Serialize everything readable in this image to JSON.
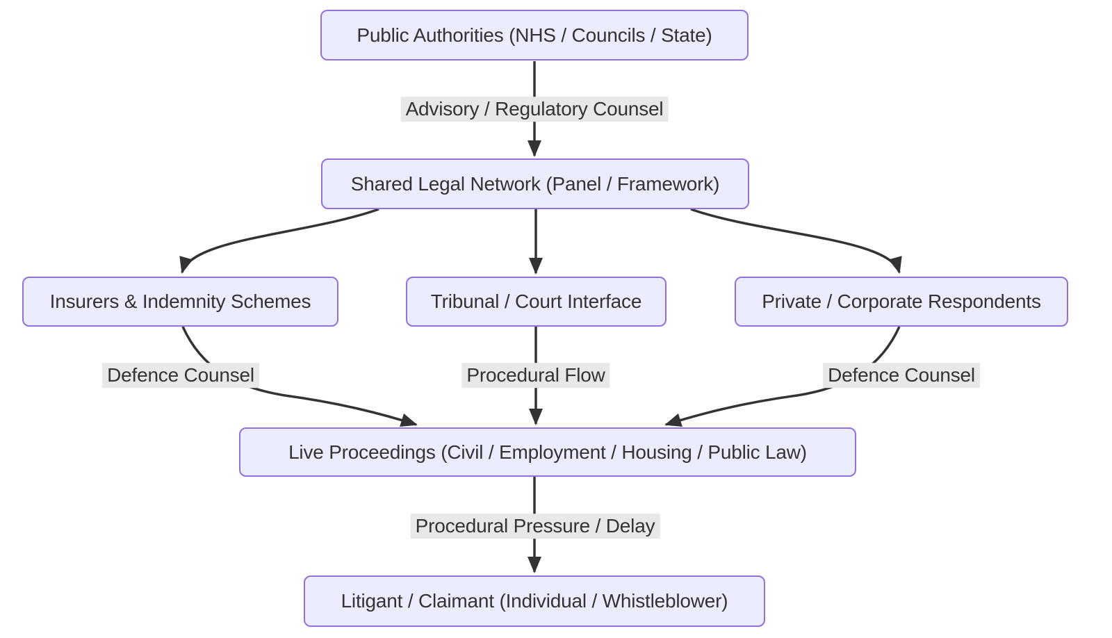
{
  "diagram": {
    "type": "flowchart",
    "direction": "top-to-bottom",
    "nodes": [
      {
        "id": "public-authorities",
        "label": "Public Authorities (NHS / Councils / State)"
      },
      {
        "id": "shared-legal-network",
        "label": "Shared Legal Network (Panel / Framework)"
      },
      {
        "id": "insurers",
        "label": "Insurers & Indemnity Schemes"
      },
      {
        "id": "tribunal",
        "label": "Tribunal / Court Interface"
      },
      {
        "id": "private-respondents",
        "label": "Private / Corporate Respondents"
      },
      {
        "id": "live-proceedings",
        "label": "Live Proceedings (Civil / Employment / Housing / Public Law)"
      },
      {
        "id": "litigant",
        "label": "Litigant / Claimant (Individual / Whistleblower)"
      }
    ],
    "edges": [
      {
        "from": "public-authorities",
        "to": "shared-legal-network",
        "label": "Advisory / Regulatory Counsel"
      },
      {
        "from": "shared-legal-network",
        "to": "insurers",
        "label": ""
      },
      {
        "from": "shared-legal-network",
        "to": "tribunal",
        "label": ""
      },
      {
        "from": "shared-legal-network",
        "to": "private-respondents",
        "label": ""
      },
      {
        "from": "insurers",
        "to": "live-proceedings",
        "label": "Defence Counsel"
      },
      {
        "from": "tribunal",
        "to": "live-proceedings",
        "label": "Procedural Flow"
      },
      {
        "from": "private-respondents",
        "to": "live-proceedings",
        "label": "Defence Counsel"
      },
      {
        "from": "live-proceedings",
        "to": "litigant",
        "label": "Procedural Pressure / Delay"
      }
    ],
    "colors": {
      "background": "#ffffff",
      "node_fill": "#ECECFF",
      "node_border": "#9370DB",
      "node_text": "#333333",
      "edge_stroke": "#333333",
      "edge_label_bg": "#e8e8e8",
      "edge_label_text": "#333333"
    }
  }
}
